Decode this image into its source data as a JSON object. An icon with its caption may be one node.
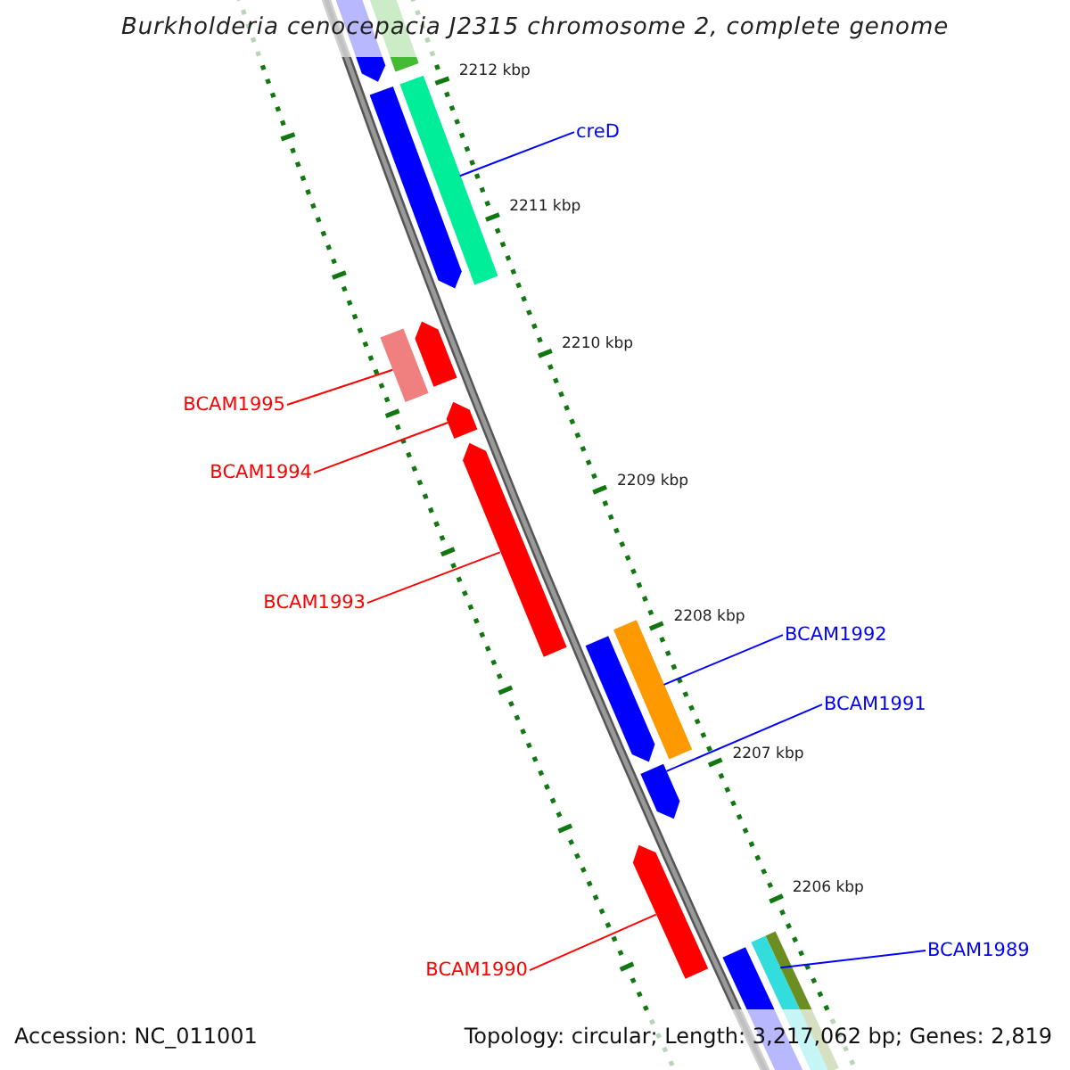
{
  "diagram": {
    "title": "Burkholderia cenocepacia J2315 chromosome 2, complete genome",
    "nodes": [
      {
        "text": [
          "creD"
        ]
      },
      {
        "text": [
          "BCAM1995"
        ]
      },
      {
        "text": [
          "BCAM1994"
        ]
      },
      {
        "text": [
          "BCAM1993"
        ]
      },
      {
        "text": [
          "BCAM1992"
        ]
      },
      {
        "text": [
          "BCAM1991"
        ]
      },
      {
        "text": [
          "BCAM1990"
        ]
      },
      {
        "text": [
          "BCAM1989"
        ]
      },
      {
        "text": [],
        "shape": "arrow"
      },
      {
        "text": [],
        "shape": "bar"
      },
      {
        "text": [],
        "shape": "arrow"
      },
      {
        "text": [],
        "shape": "bar"
      },
      {
        "text": [],
        "shape": "bar"
      },
      {
        "text": [],
        "shape": "arrow"
      },
      {
        "text": [],
        "shape": "arrow"
      },
      {
        "text": [],
        "shape": "arrow"
      },
      {
        "text": [],
        "shape": "bar"
      },
      {
        "text": [],
        "shape": "arrow"
      },
      {
        "text": [],
        "shape": "arrow"
      },
      {
        "text": [],
        "shape": "arrow"
      },
      {
        "text": [],
        "shape": "bar"
      },
      {
        "text": [],
        "shape": "bar"
      },
      {
        "text": [],
        "shape": "arrow"
      }
    ],
    "edges": [
      {
        "from": 0,
        "to": 11,
        "arrow": "none",
        "color": "#0000ff"
      },
      {
        "from": 1,
        "to": 12,
        "arrow": "none",
        "color": "#ff0000"
      },
      {
        "from": 2,
        "to": 14,
        "arrow": "none",
        "color": "#ff0000"
      },
      {
        "from": 3,
        "to": 15,
        "arrow": "none",
        "color": "#ff0000"
      },
      {
        "from": 4,
        "to": 16,
        "arrow": "none",
        "color": "#0000ff"
      },
      {
        "from": 5,
        "to": 18,
        "arrow": "none",
        "color": "#0000ff"
      },
      {
        "from": 6,
        "to": 19,
        "arrow": "none",
        "color": "#ff0000"
      },
      {
        "from": 7,
        "to": 20,
        "arrow": "none",
        "color": "#0000ff"
      }
    ],
    "labels": [
      "2212 kbp",
      "2211 kbp",
      "2210 kbp",
      "2209 kbp",
      "2208 kbp",
      "2207 kbp",
      "2206 kbp",
      "Accession: NC_011001",
      "Topology: circular; Length: 3,217,062 bp; Genes: 2,819"
    ]
  }
}
